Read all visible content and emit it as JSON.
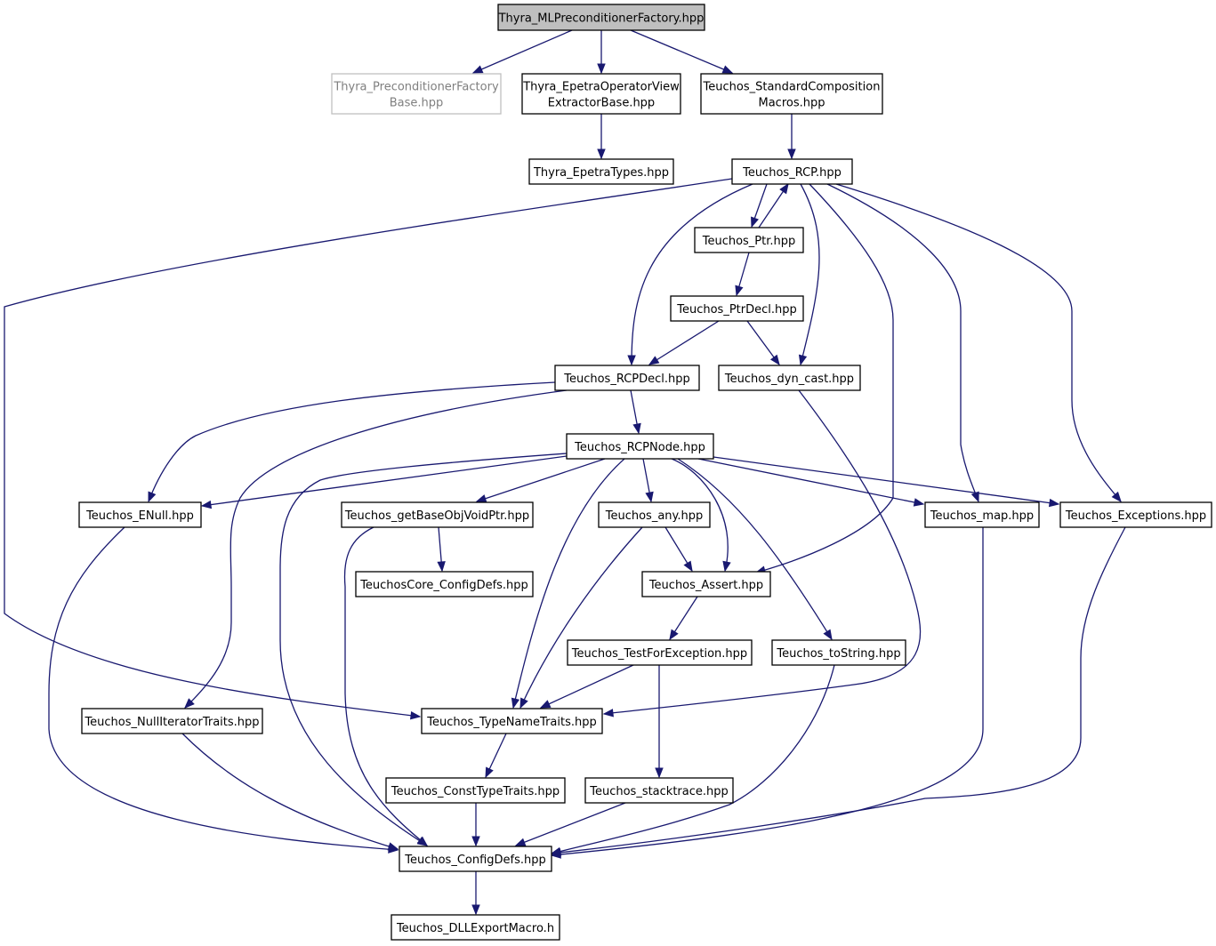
{
  "colors": {
    "edge": "#191970",
    "root_fill": "#bfbfbf",
    "external_border": "#bfbfbf",
    "external_text": "#7f7f7f"
  },
  "nodes": [
    {
      "id": "ml",
      "lines": [
        "Thyra_MLPreconditionerFactory.hpp"
      ],
      "kind": "root"
    },
    {
      "id": "pfb",
      "lines": [
        "Thyra_PreconditionerFactory",
        "Base.hpp"
      ],
      "kind": "external"
    },
    {
      "id": "eov",
      "lines": [
        "Thyra_EpetraOperatorView",
        "ExtractorBase.hpp"
      ],
      "kind": "normal"
    },
    {
      "id": "scm",
      "lines": [
        "Teuchos_StandardComposition",
        "Macros.hpp"
      ],
      "kind": "normal"
    },
    {
      "id": "et",
      "lines": [
        "Thyra_EpetraTypes.hpp"
      ],
      "kind": "normal"
    },
    {
      "id": "rcp",
      "lines": [
        "Teuchos_RCP.hpp"
      ],
      "kind": "normal"
    },
    {
      "id": "ptr",
      "lines": [
        "Teuchos_Ptr.hpp"
      ],
      "kind": "normal"
    },
    {
      "id": "ptrdecl",
      "lines": [
        "Teuchos_PtrDecl.hpp"
      ],
      "kind": "normal"
    },
    {
      "id": "rcpdecl",
      "lines": [
        "Teuchos_RCPDecl.hpp"
      ],
      "kind": "normal"
    },
    {
      "id": "dyn",
      "lines": [
        "Teuchos_dyn_cast.hpp"
      ],
      "kind": "normal"
    },
    {
      "id": "rcpnode",
      "lines": [
        "Teuchos_RCPNode.hpp"
      ],
      "kind": "normal"
    },
    {
      "id": "enull",
      "lines": [
        "Teuchos_ENull.hpp"
      ],
      "kind": "normal"
    },
    {
      "id": "gbo",
      "lines": [
        "Teuchos_getBaseObjVoidPtr.hpp"
      ],
      "kind": "normal"
    },
    {
      "id": "any",
      "lines": [
        "Teuchos_any.hpp"
      ],
      "kind": "normal"
    },
    {
      "id": "map",
      "lines": [
        "Teuchos_map.hpp"
      ],
      "kind": "normal"
    },
    {
      "id": "exc",
      "lines": [
        "Teuchos_Exceptions.hpp"
      ],
      "kind": "normal"
    },
    {
      "id": "tccd",
      "lines": [
        "TeuchosCore_ConfigDefs.hpp"
      ],
      "kind": "normal"
    },
    {
      "id": "assert",
      "lines": [
        "Teuchos_Assert.hpp"
      ],
      "kind": "normal"
    },
    {
      "id": "tfe",
      "lines": [
        "Teuchos_TestForException.hpp"
      ],
      "kind": "normal"
    },
    {
      "id": "tostr",
      "lines": [
        "Teuchos_toString.hpp"
      ],
      "kind": "normal"
    },
    {
      "id": "nit",
      "lines": [
        "Teuchos_NullIteratorTraits.hpp"
      ],
      "kind": "normal"
    },
    {
      "id": "tnt",
      "lines": [
        "Teuchos_TypeNameTraits.hpp"
      ],
      "kind": "normal"
    },
    {
      "id": "ctt",
      "lines": [
        "Teuchos_ConstTypeTraits.hpp"
      ],
      "kind": "normal"
    },
    {
      "id": "st",
      "lines": [
        "Teuchos_stacktrace.hpp"
      ],
      "kind": "normal"
    },
    {
      "id": "cd",
      "lines": [
        "Teuchos_ConfigDefs.hpp"
      ],
      "kind": "normal"
    },
    {
      "id": "dll",
      "lines": [
        "Teuchos_DLLExportMacro.h"
      ],
      "kind": "normal"
    }
  ],
  "edges": [
    {
      "from": "ml",
      "to": "pfb"
    },
    {
      "from": "ml",
      "to": "eov"
    },
    {
      "from": "ml",
      "to": "scm"
    },
    {
      "from": "eov",
      "to": "et"
    },
    {
      "from": "scm",
      "to": "rcp"
    },
    {
      "from": "rcp",
      "to": "tnt"
    },
    {
      "from": "rcp",
      "to": "rcpdecl"
    },
    {
      "from": "rcp",
      "to": "ptr"
    },
    {
      "from": "ptr",
      "to": "rcp"
    },
    {
      "from": "rcp",
      "to": "dyn"
    },
    {
      "from": "rcp",
      "to": "assert"
    },
    {
      "from": "rcp",
      "to": "map"
    },
    {
      "from": "rcp",
      "to": "exc"
    },
    {
      "from": "ptr",
      "to": "ptrdecl"
    },
    {
      "from": "ptrdecl",
      "to": "rcpdecl"
    },
    {
      "from": "ptrdecl",
      "to": "dyn"
    },
    {
      "from": "rcpdecl",
      "to": "rcpnode"
    },
    {
      "from": "rcpdecl",
      "to": "enull"
    },
    {
      "from": "rcpdecl",
      "to": "nit"
    },
    {
      "from": "dyn",
      "to": "tnt"
    },
    {
      "from": "rcpnode",
      "to": "enull"
    },
    {
      "from": "rcpnode",
      "to": "gbo"
    },
    {
      "from": "rcpnode",
      "to": "any"
    },
    {
      "from": "rcpnode",
      "to": "assert"
    },
    {
      "from": "rcpnode",
      "to": "map"
    },
    {
      "from": "rcpnode",
      "to": "exc"
    },
    {
      "from": "rcpnode",
      "to": "tnt"
    },
    {
      "from": "rcpnode",
      "to": "tostr"
    },
    {
      "from": "rcpnode",
      "to": "cd"
    },
    {
      "from": "gbo",
      "to": "tccd"
    },
    {
      "from": "gbo",
      "to": "cd"
    },
    {
      "from": "any",
      "to": "assert"
    },
    {
      "from": "any",
      "to": "tnt"
    },
    {
      "from": "assert",
      "to": "tfe"
    },
    {
      "from": "tfe",
      "to": "tnt"
    },
    {
      "from": "tfe",
      "to": "st"
    },
    {
      "from": "enull",
      "to": "cd"
    },
    {
      "from": "map",
      "to": "cd"
    },
    {
      "from": "exc",
      "to": "cd"
    },
    {
      "from": "tostr",
      "to": "cd"
    },
    {
      "from": "nit",
      "to": "cd"
    },
    {
      "from": "tnt",
      "to": "ctt"
    },
    {
      "from": "ctt",
      "to": "cd"
    },
    {
      "from": "st",
      "to": "cd"
    },
    {
      "from": "cd",
      "to": "dll"
    }
  ]
}
